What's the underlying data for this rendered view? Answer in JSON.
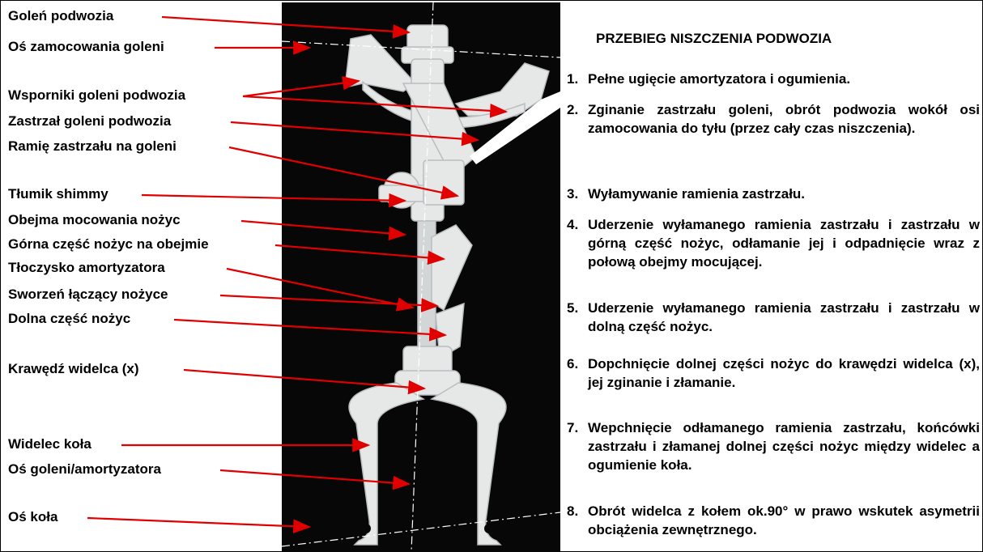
{
  "labels": [
    "Goleń podwozia",
    "Oś zamocowania goleni",
    "Wsporniki goleni podwozia",
    "Zastrzał goleni podwozia",
    "Ramię zastrzału na goleni",
    "Tłumik shimmy",
    "Obejma mocowania nożyc",
    "Górna część nożyc na obejmie",
    "Tłoczysko amortyzatora",
    "Sworzeń łączący nożyce",
    "Dolna część nożyc",
    "Krawędź widelca (x)",
    "Widelec koła",
    "Oś goleni/amortyzatora",
    "Oś koła"
  ],
  "panel": {
    "title": "PRZEBIEG NISZCZENIA PODWOZIA",
    "steps": [
      {
        "num": "1.",
        "text": "Pełne ugięcie amortyzatora i ogumienia."
      },
      {
        "num": "2.",
        "text": "Zginanie zastrzału goleni, obrót podwozia wokół osi zamocowania do tyłu (przez cały czas niszczenia)."
      },
      {
        "num": "3.",
        "text": "Wyłamywanie ramienia zastrzału."
      },
      {
        "num": "4.",
        "text": "Uderzenie wyłamanego ramienia zastrzału i zastrzału w górną część nożyc, odłamanie jej i odpadnięcie wraz z połową obejmy mocującej."
      },
      {
        "num": "5.",
        "text": "Uderzenie wyłamanego ramienia zastrzału i zastrzału w dolną część nożyc."
      },
      {
        "num": "6.",
        "text": "Dopchnięcie dolnej części nożyc do krawędzi widelca (x), jej zginanie i złamanie."
      },
      {
        "num": "7.",
        "text": "Wepchnięcie odłamanego ramienia zastrzału, końcówki zastrzału i złamanej dolnej części nożyc między widelec a ogumienie koła."
      },
      {
        "num": "8.",
        "text": "Obrót widelca z kołem ok.90° w prawo wskutek asymetrii obciążenia zewnętrznego."
      }
    ]
  },
  "colors": {
    "arrow": "#e00000",
    "photo_bg": "#070707",
    "part": "#e6e8e8"
  }
}
